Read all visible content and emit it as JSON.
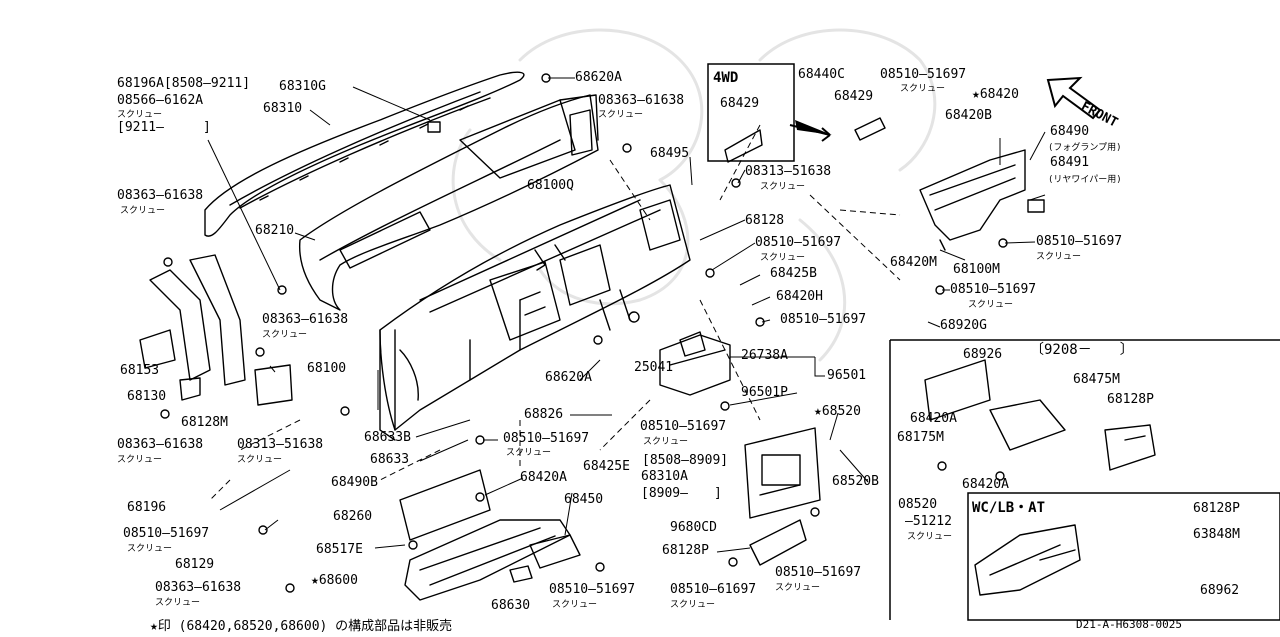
{
  "inset_4wd": {
    "title": "4WD",
    "part": "68429"
  },
  "inset_9208": {
    "range": "〔9208－　　〕"
  },
  "inset_wclb": {
    "title": "WC/LB・AT"
  },
  "front_label": "FRONT",
  "footnote": "★印 (68420,68520,68600) の構成部品は非販売",
  "diagram_code": "D21-A-H6308-0025",
  "labels": [
    {
      "id": "l1",
      "text": "68196A[8508–9211]"
    },
    {
      "id": "l2",
      "text": "08566–6162A"
    },
    {
      "id": "l3",
      "text": "スクリュー"
    },
    {
      "id": "l4",
      "text": "[9211–　　　]"
    },
    {
      "id": "l5",
      "text": "68310G"
    },
    {
      "id": "l6",
      "text": "68310"
    },
    {
      "id": "l7",
      "text": "68620A"
    },
    {
      "id": "l8",
      "text": "08363–61638"
    },
    {
      "id": "l9",
      "text": "スクリュー"
    },
    {
      "id": "l10",
      "text": "68440C"
    },
    {
      "id": "l11",
      "text": "08510–51697"
    },
    {
      "id": "l12",
      "text": "スクリュー"
    },
    {
      "id": "l13",
      "text": "68429"
    },
    {
      "id": "l14",
      "text": "★68420"
    },
    {
      "id": "l15",
      "text": "68420B"
    },
    {
      "id": "l16",
      "text": "68490"
    },
    {
      "id": "l17",
      "text": "(フォグランプ用)"
    },
    {
      "id": "l18",
      "text": "68491"
    },
    {
      "id": "l19",
      "text": "(リヤワイパー用)"
    },
    {
      "id": "l20",
      "text": "68495"
    },
    {
      "id": "l21",
      "text": "08313–51638"
    },
    {
      "id": "l22",
      "text": "スクリュー"
    },
    {
      "id": "l23",
      "text": "68100Q"
    },
    {
      "id": "l24",
      "text": "08363–61638"
    },
    {
      "id": "l25",
      "text": "スクリュー"
    },
    {
      "id": "l26",
      "text": "68210"
    },
    {
      "id": "l27",
      "text": "68128"
    },
    {
      "id": "l28",
      "text": "08510–51697"
    },
    {
      "id": "l29",
      "text": "スクリュー"
    },
    {
      "id": "l30",
      "text": "68425B"
    },
    {
      "id": "l31",
      "text": "68420H"
    },
    {
      "id": "l32",
      "text": "08510–51697"
    },
    {
      "id": "l33",
      "text": "68100M"
    },
    {
      "id": "l34",
      "text": "08510–51697"
    },
    {
      "id": "l35",
      "text": "スクリュー"
    },
    {
      "id": "l36",
      "text": "68420M"
    },
    {
      "id": "l37",
      "text": "08510–51697"
    },
    {
      "id": "l38",
      "text": "スクリュー"
    },
    {
      "id": "l39",
      "text": "68920G"
    },
    {
      "id": "l40",
      "text": "08363–61638"
    },
    {
      "id": "l41",
      "text": "スクリュー"
    },
    {
      "id": "l42",
      "text": "26738A"
    },
    {
      "id": "l43",
      "text": "25041"
    },
    {
      "id": "l44",
      "text": "96501"
    },
    {
      "id": "l45",
      "text": "96501P"
    },
    {
      "id": "l46",
      "text": "68153"
    },
    {
      "id": "l47",
      "text": "68130"
    },
    {
      "id": "l48",
      "text": "68128M"
    },
    {
      "id": "l49",
      "text": "68100"
    },
    {
      "id": "l50",
      "text": "68620A"
    },
    {
      "id": "l51",
      "text": "68826"
    },
    {
      "id": "l52",
      "text": "08510–51697"
    },
    {
      "id": "l53",
      "text": "スクリュー"
    },
    {
      "id": "l54",
      "text": "★68520"
    },
    {
      "id": "l55",
      "text": "08363–61638"
    },
    {
      "id": "l56",
      "text": "スクリュー"
    },
    {
      "id": "l57",
      "text": "08313–51638"
    },
    {
      "id": "l58",
      "text": "スクリュー"
    },
    {
      "id": "l59",
      "text": "68633B"
    },
    {
      "id": "l60",
      "text": "68633"
    },
    {
      "id": "l61",
      "text": "08510–51697"
    },
    {
      "id": "l62",
      "text": "スクリュー"
    },
    {
      "id": "l63",
      "text": "68425E"
    },
    {
      "id": "l64",
      "text": "[8508–8909]"
    },
    {
      "id": "l65",
      "text": "68310A"
    },
    {
      "id": "l66",
      "text": "[8909–　　]"
    },
    {
      "id": "l67",
      "text": "68520B"
    },
    {
      "id": "l68",
      "text": "68196"
    },
    {
      "id": "l69",
      "text": "68490B"
    },
    {
      "id": "l70",
      "text": "68420A"
    },
    {
      "id": "l71",
      "text": "68260"
    },
    {
      "id": "l72",
      "text": "68450"
    },
    {
      "id": "l73",
      "text": "08510–51697"
    },
    {
      "id": "l74",
      "text": "スクリュー"
    },
    {
      "id": "l75",
      "text": "68129"
    },
    {
      "id": "l76",
      "text": "68517E"
    },
    {
      "id": "l77",
      "text": "9680CD"
    },
    {
      "id": "l78",
      "text": "68128P"
    },
    {
      "id": "l79",
      "text": "08363–61638"
    },
    {
      "id": "l80",
      "text": "スクリュー"
    },
    {
      "id": "l81",
      "text": "★68600"
    },
    {
      "id": "l82",
      "text": "68630"
    },
    {
      "id": "l83",
      "text": "08510–51697"
    },
    {
      "id": "l84",
      "text": "スクリュー"
    },
    {
      "id": "l85",
      "text": "08510–61697"
    },
    {
      "id": "l86",
      "text": "スクリュー"
    },
    {
      "id": "l87",
      "text": "08510–51697"
    },
    {
      "id": "l88",
      "text": "スクリュー"
    },
    {
      "id": "l89",
      "text": "68926"
    },
    {
      "id": "l90",
      "text": "68475M"
    },
    {
      "id": "l91",
      "text": "68128P"
    },
    {
      "id": "l92",
      "text": "68420A"
    },
    {
      "id": "l93",
      "text": "68175M"
    },
    {
      "id": "l94",
      "text": "68420A"
    },
    {
      "id": "l95",
      "text": "08520"
    },
    {
      "id": "l96",
      "text": "–51212"
    },
    {
      "id": "l97",
      "text": "スクリュー"
    },
    {
      "id": "l98",
      "text": "68128P"
    },
    {
      "id": "l99",
      "text": "63848M"
    },
    {
      "id": "l100",
      "text": "68962"
    }
  ]
}
